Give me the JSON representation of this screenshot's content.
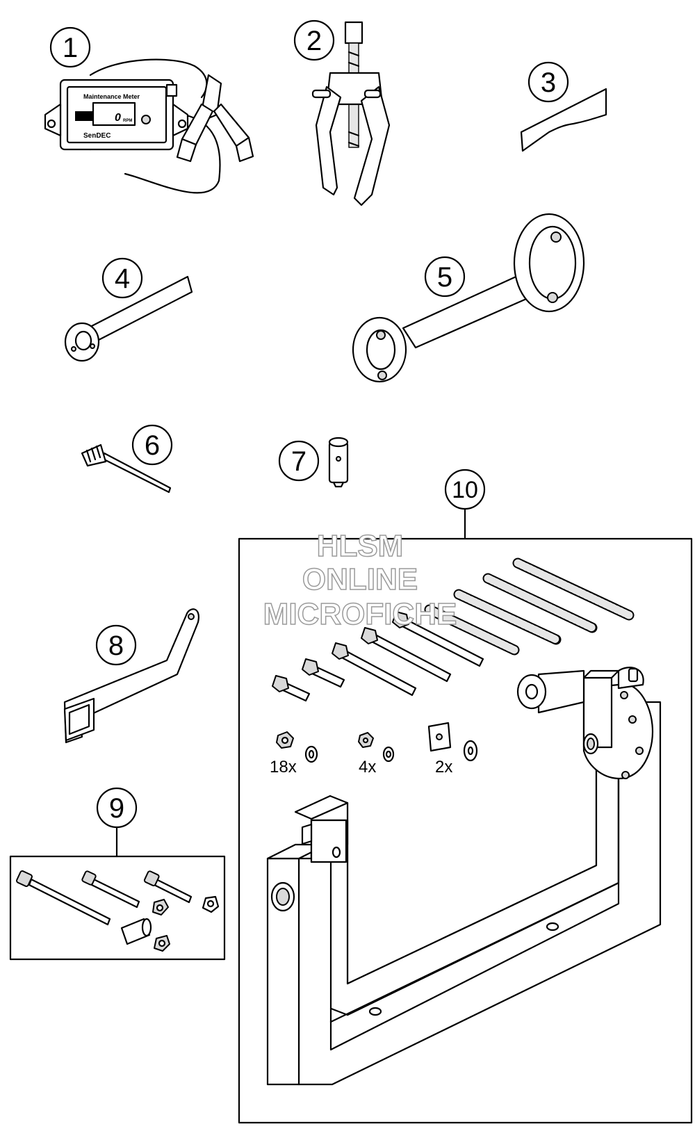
{
  "callouts": [
    "1",
    "2",
    "3",
    "4",
    "5",
    "6",
    "7",
    "8",
    "9",
    "10"
  ],
  "meter": {
    "title": "Maintenance Meter",
    "display_value": "0",
    "display_unit": "RPM",
    "brand": "SenDEC"
  },
  "quantities": {
    "nut_washer_a": "18x",
    "nut_washer_b": "4x",
    "plate_washer": "2x"
  },
  "watermark": {
    "line1": "HLSM",
    "line2": "ONLINE",
    "line3": "MICROFICHE"
  }
}
